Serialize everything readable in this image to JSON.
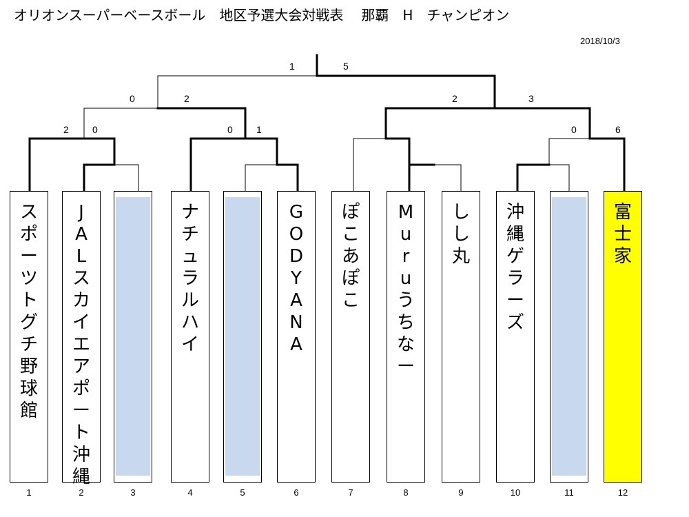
{
  "header": {
    "title_main": "オリオンスーパーベースボール　地区予選大会対戦表",
    "title_area": "那覇　H　チャンピオン",
    "date": "2018/10/3"
  },
  "teams": [
    {
      "number": "1",
      "name": "スポーツトグチ野球館"
    },
    {
      "number": "2",
      "name": "JALスカイエアポート沖縄"
    },
    {
      "number": "3",
      "name": ""
    },
    {
      "number": "4",
      "name": "ナチュラルハイ"
    },
    {
      "number": "5",
      "name": ""
    },
    {
      "number": "6",
      "name": "GODYANA"
    },
    {
      "number": "7",
      "name": "ぽこあぽこ"
    },
    {
      "number": "8",
      "name": "Muruうちなー"
    },
    {
      "number": "9",
      "name": "しし丸"
    },
    {
      "number": "10",
      "name": "沖縄ゲラーズ"
    },
    {
      "number": "11",
      "name": ""
    },
    {
      "number": "12",
      "name": "富士家"
    }
  ],
  "scores": {
    "r1_left_a": "2",
    "r1_left_b": "0",
    "r1_mid_a": "0",
    "r1_mid_b": "1",
    "r1_right_a": "0",
    "r1_right_b": "6",
    "r2_left_a": "0",
    "r2_left_b": "2",
    "r2_right_a": "2",
    "r2_right_b": "3",
    "final_a": "1",
    "final_b": "5"
  },
  "colors": {
    "bye": "#c8d8ee",
    "champion": "#ffff00"
  }
}
